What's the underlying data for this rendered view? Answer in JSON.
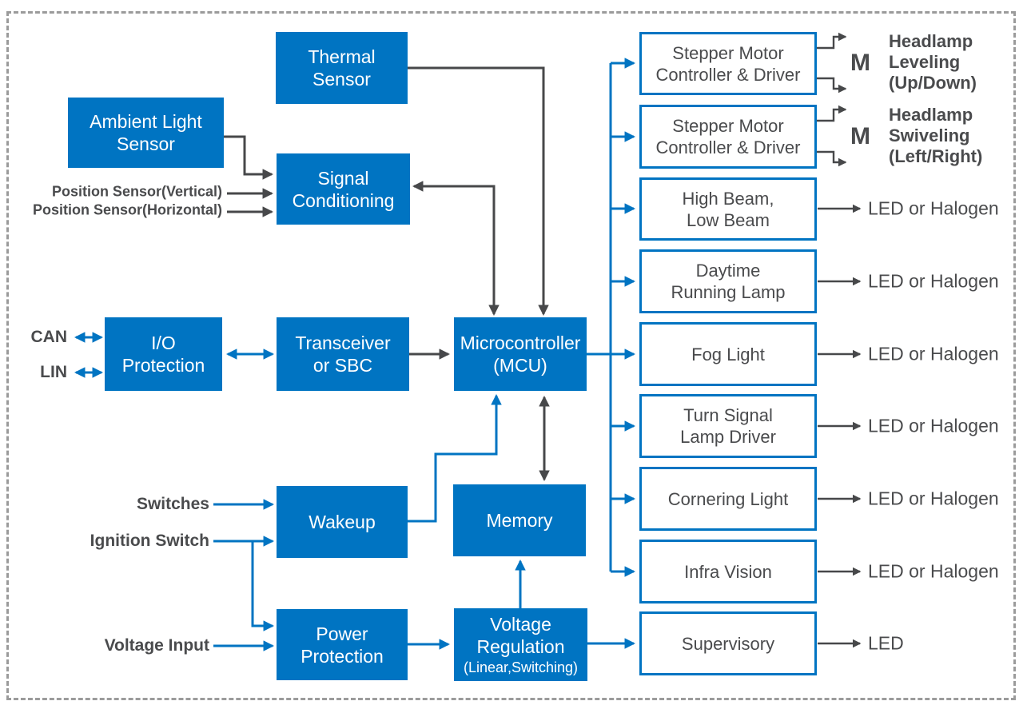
{
  "colors": {
    "accent_blue": "#0074C2",
    "line_dark": "#47484A",
    "text_dark": "#4A4B4D",
    "border_gray": "#9B9B9B",
    "box_text": "#FFFFFF",
    "background": "#FFFFFF"
  },
  "blue_boxes": [
    {
      "id": "thermal-sensor",
      "label": "Thermal\nSensor"
    },
    {
      "id": "ambient-light-sensor",
      "label": "Ambient Light\nSensor"
    },
    {
      "id": "signal-conditioning",
      "label": "Signal\nConditioning"
    },
    {
      "id": "io-protection",
      "label": "I/O\nProtection"
    },
    {
      "id": "transceiver-or-sbc",
      "label": "Transceiver\nor SBC"
    },
    {
      "id": "microcontroller",
      "label": "Microcontroller\n(MCU)"
    },
    {
      "id": "wakeup",
      "label": "Wakeup"
    },
    {
      "id": "memory",
      "label": "Memory"
    },
    {
      "id": "power-protection",
      "label": "Power\nProtection"
    },
    {
      "id": "voltage-regulation",
      "label": "Voltage\nRegulation",
      "sublabel": "(Linear,Switching)"
    }
  ],
  "output_boxes": [
    {
      "id": "stepper-leveling",
      "label": "Stepper Motor\nController & Driver"
    },
    {
      "id": "stepper-swiveling",
      "label": "Stepper Motor\nController & Driver"
    },
    {
      "id": "high-low-beam",
      "label": "High Beam,\nLow Beam"
    },
    {
      "id": "daytime-running-lamp",
      "label": "Daytime\nRunning Lamp"
    },
    {
      "id": "fog-light",
      "label": "Fog Light"
    },
    {
      "id": "turn-signal-lamp-driver",
      "label": "Turn Signal\nLamp Driver"
    },
    {
      "id": "cornering-light",
      "label": "Cornering Light"
    },
    {
      "id": "infra-vision",
      "label": "Infra Vision"
    },
    {
      "id": "supervisory",
      "label": "Supervisory"
    }
  ],
  "input_labels": [
    {
      "id": "position-sensor-vertical",
      "label": "Position Sensor(Vertical)"
    },
    {
      "id": "position-sensor-horizontal",
      "label": "Position Sensor(Horizontal)"
    },
    {
      "id": "can-bus",
      "label": "CAN"
    },
    {
      "id": "lin-bus",
      "label": "LIN"
    },
    {
      "id": "switches",
      "label": "Switches"
    },
    {
      "id": "ignition-switch",
      "label": "Ignition Switch"
    },
    {
      "id": "voltage-input",
      "label": "Voltage Input"
    }
  ],
  "output_labels": {
    "motor_symbol": "M",
    "headlamp_leveling": "Headlamp\nLeveling\n(Up/Down)",
    "headlamp_swiveling": "Headlamp\nSwiveling\n(Left/Right)",
    "led_or_halogen": "LED or Halogen",
    "led": "LED"
  }
}
